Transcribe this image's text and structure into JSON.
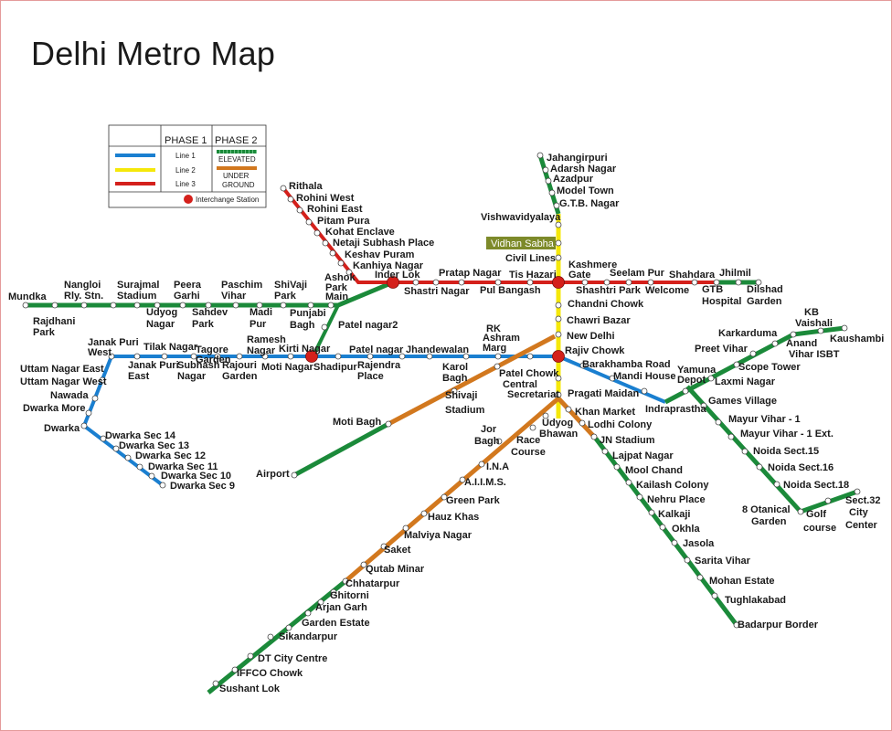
{
  "title": "Delhi Metro Map",
  "legend": {
    "phase1": "PHASE 1",
    "phase2": "PHASE 2",
    "line1": "Line 1",
    "line2": "Line 2",
    "line3": "Line 3",
    "elevated": "ELEVATED",
    "underground_1": "UNDER",
    "underground_2": "GROUND",
    "interchange": "Interchange Station"
  },
  "colors": {
    "line1": "#1a7fd0",
    "line2": "#f5e80a",
    "line3": "#d4201b",
    "elevated": "#1b8a3a",
    "underground": "#d2781e",
    "interchange": "#d4201b",
    "frame": "#e49a9a"
  },
  "labels": [
    "Rithala",
    "Rohini West",
    "Rohini East",
    "Pitam Pura",
    "Kohat Enclave",
    "Netaji Subhash Place",
    "Keshav Puram",
    "Kanhiya Nagar",
    "Inder Lok",
    "Ashok",
    "Park",
    "Main",
    "Pratap Nagar",
    "Tis Hazari",
    "Kashmere",
    "Gate",
    "Seelam Pur",
    "Shahdara",
    "Jhilmil",
    "Shastri Nagar",
    "Pul Bangash",
    "Shashtri Park",
    "Welcome",
    "GTB",
    "Hospital",
    "Dilshad",
    "Garden",
    "Jahangirpuri",
    "Adarsh Nagar",
    "Azadpur",
    "Model Town",
    "G.T.B. Nagar",
    "Vishwavidyalaya",
    "Vidhan Sabha",
    "Civil Lines",
    "Chandni Chowk",
    "Chawri Bazar",
    "New Delhi",
    "Rajiv Chowk",
    "Patel Chowk",
    "Central",
    "Secretariat",
    "Barakhamba Road",
    "Mandi House",
    "Pragati Maidan",
    "Yamuna",
    "Depot",
    "Indraprastha",
    "Mundka",
    "Nangloi",
    "Rly. Stn.",
    "Surajmal",
    "Stadium",
    "Peera",
    "Garhi",
    "Paschim",
    "Vihar",
    "ShiVaji",
    "Park",
    "Rajdhani",
    "Park",
    "Udyog",
    "Nagar",
    "Sahdev",
    "Park",
    "Madi",
    "Pur",
    "Punjabi",
    "Bagh",
    "Patel nagar2",
    "Janak Puri",
    "West",
    "Tilak Nagar",
    "Tagore",
    "Garden",
    "Ramesh",
    "Nagar",
    "Kirti Nagar",
    "Janak Puri",
    "East",
    "Subhash",
    "Nagar",
    "Rajouri",
    "Garden",
    "Moti Nagar",
    "Shadipur",
    "Patel nagar",
    "Rajendra",
    "Place",
    "Jhandewalan",
    "RK",
    "Ashram",
    "Marg",
    "Karol",
    "Bagh",
    "Uttam Nagar East",
    "Uttam Nagar West",
    "Nawada",
    "Dwarka More",
    "Dwarka",
    "Dwarka Sec 14",
    "Dwarka Sec 13",
    "Dwarka Sec 12",
    "Dwarka Sec 11",
    "Dwarka Sec 10",
    "Dwarka Sec 9",
    "Shivaji",
    "Stadium",
    "Moti Bagh",
    "Airport",
    "Udyog",
    "Bhawan",
    "Khan Market",
    "Lodhi Colony",
    "JN Stadium",
    "Lajpat Nagar",
    "Mool Chand",
    "Kailash Colony",
    "Nehru Place",
    "Kalkaji",
    "Okhla",
    "Jasola",
    "Sarita Vihar",
    "Mohan Estate",
    "Tughlakabad",
    "Badarpur Border",
    "Jor",
    "Bagh",
    "Race",
    "Course",
    "I.N.A",
    "A.I.I.M.S.",
    "Green Park",
    "Hauz Khas",
    "Malviya Nagar",
    "Saket",
    "Qutab Minar",
    "Chhatarpur",
    "Ghitorni",
    "Arjan Garh",
    "Garden Estate",
    "Sikandarpur",
    "DT City Centre",
    "IFFCO Chowk",
    "Sushant Lok",
    "Karkarduma",
    "KB",
    "Vaishali",
    "Anand",
    "Vihar ISBT",
    "Kaushambi",
    "Preet Vihar",
    "Scope Tower",
    "Laxmi Nagar",
    "Games Village",
    "Mayur Vihar - 1",
    "Mayur Vihar - 1 Ext.",
    "Noida Sect.15",
    "Noida Sect.16",
    "Noida Sect.18",
    "8 Otanical",
    "Garden",
    "Golf",
    "course",
    "Sect.32",
    "City",
    "Center"
  ]
}
